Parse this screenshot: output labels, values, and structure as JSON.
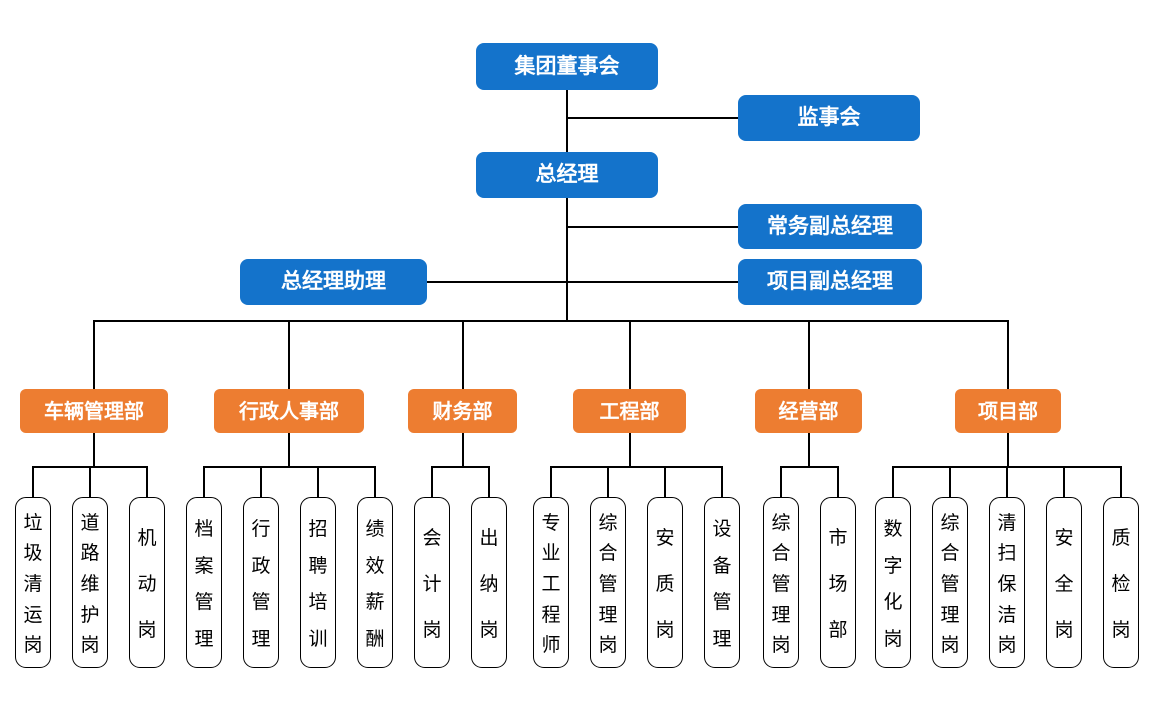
{
  "org": {
    "board": "集团董事会",
    "supervisory_board": "监事会",
    "general_manager": "总经理",
    "executive_deputy_gm": "常务副总经理",
    "project_deputy_gm": "项目副总经理",
    "gm_assistant": "总经理助理",
    "departments": [
      {
        "label": "车辆管理部",
        "positions": [
          "垃圾清运岗",
          "道路维护岗",
          "机动岗"
        ]
      },
      {
        "label": "行政人事部",
        "positions": [
          "档案管理",
          "行政管理",
          "招聘培训",
          "绩效薪酬"
        ]
      },
      {
        "label": "财务部",
        "positions": [
          "会计岗",
          "出纳岗"
        ]
      },
      {
        "label": "工程部",
        "positions": [
          "专业工程师",
          "综合管理岗",
          "安质岗",
          "设备管理"
        ]
      },
      {
        "label": "经营部",
        "positions": [
          "综合管理岗",
          "市场部"
        ]
      },
      {
        "label": "项目部",
        "positions": [
          "数字化岗",
          "综合管理岗",
          "清扫保洁岗",
          "安全岗",
          "质检岗"
        ]
      }
    ],
    "colors": {
      "primary_blue": "#1473CB",
      "accent_orange": "#ED7D31",
      "line": "#000000"
    }
  }
}
